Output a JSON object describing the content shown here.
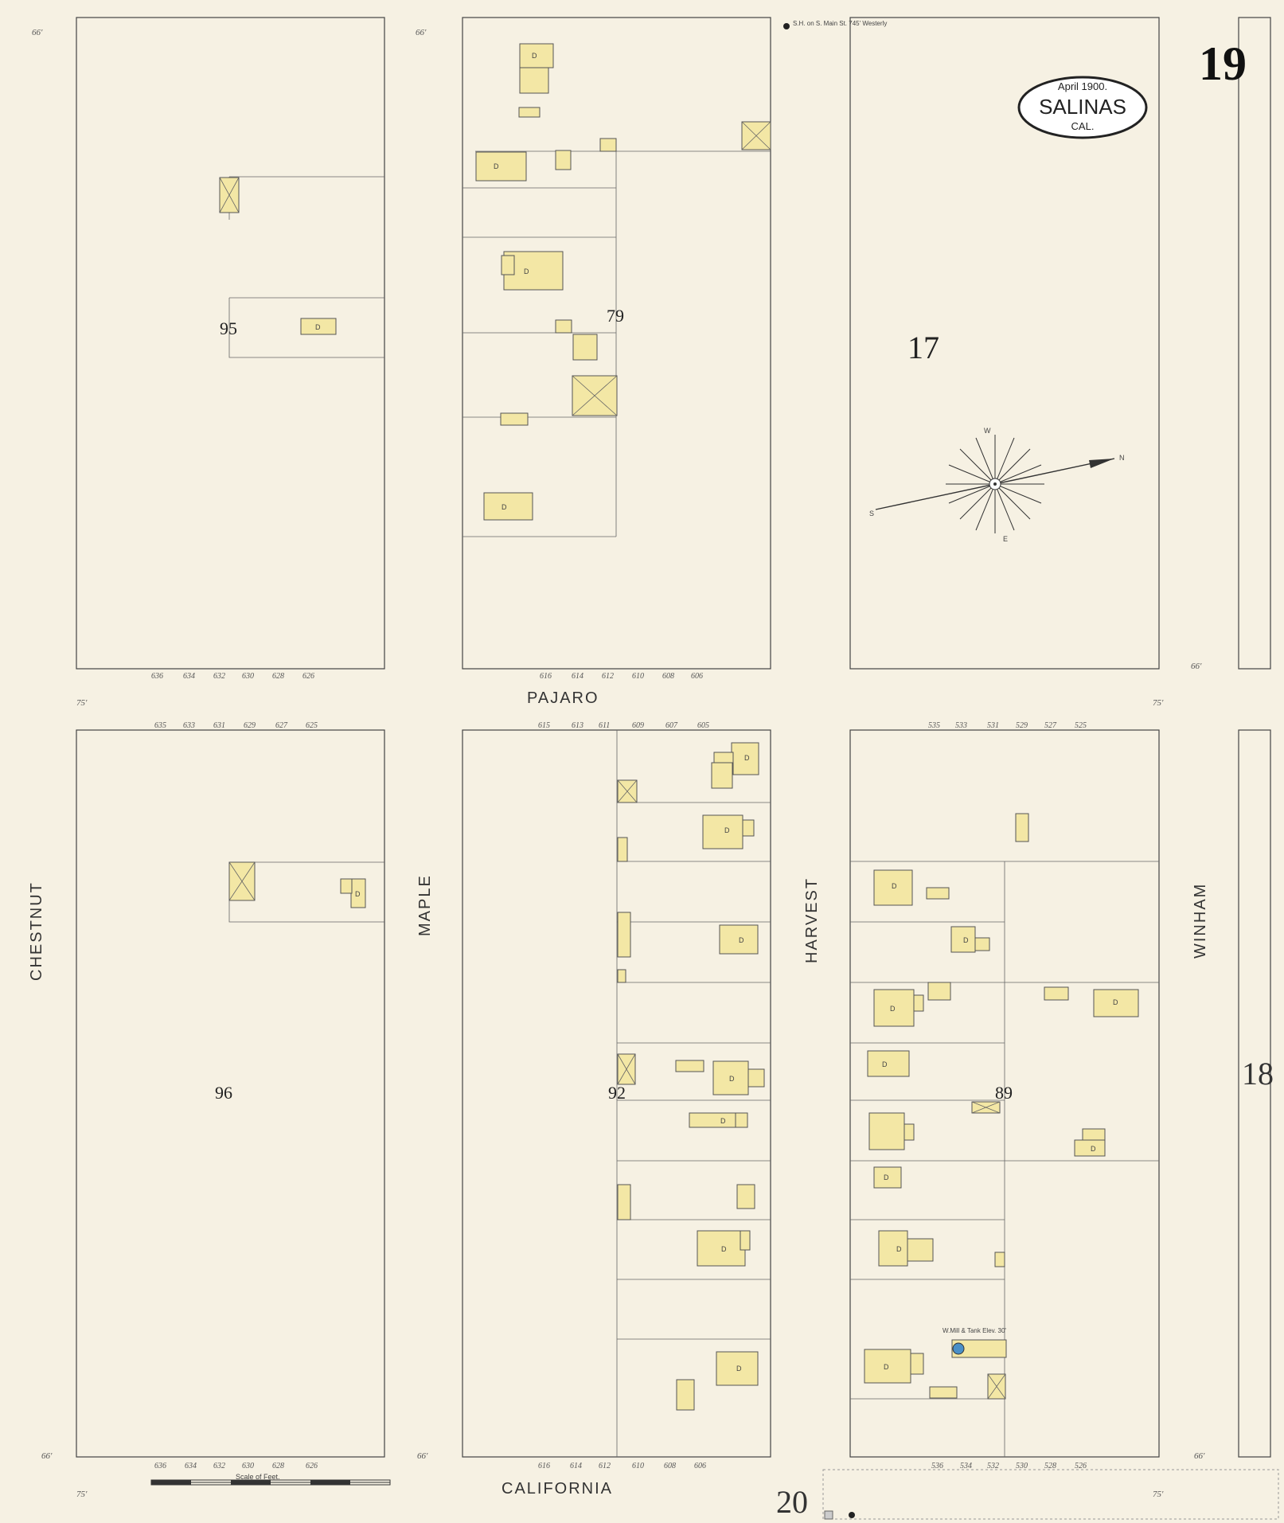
{
  "map": {
    "sheet_number": "19",
    "cartouche": {
      "date": "April 1900.",
      "city": "SALINAS",
      "state": "CAL."
    },
    "streets": {
      "chestnut": "CHESTNUT",
      "maple": "MAPLE",
      "harvest": "HARVEST",
      "winham": "WINHAM",
      "pajaro": "PAJARO",
      "california": "CALIFORNIA"
    },
    "block_numbers": {
      "b95": "95",
      "b79": "79",
      "b17": "17",
      "b96": "96",
      "b92": "92",
      "b89": "89"
    },
    "adjacent_sheets": {
      "right": "18",
      "bottom": "20"
    },
    "street_widths": {
      "w66_tl": "66'",
      "w66_tm": "66'",
      "w75_l": "75'",
      "w75_r": "75'",
      "w66_r": "66'",
      "w66_bl": "66'",
      "w66_bm": "66'",
      "w66_br": "66'",
      "w75_bl": "75'",
      "w75_br": "75'"
    },
    "note_sh": "S.H. on S. Main St. 745' Westerly",
    "scale_label": "Scale of Feet.",
    "windmill_label": "W.Mill & Tank Elev. 30'",
    "pajaro_addresses_top_left": [
      "636",
      "634",
      "632",
      "630",
      "628",
      "626"
    ],
    "pajaro_addresses_top_mid": [
      "616",
      "614",
      "612",
      "610",
      "608",
      "606"
    ],
    "pajaro_addresses_bot_left": [
      "635",
      "633",
      "631",
      "629",
      "627",
      "625"
    ],
    "pajaro_addresses_bot_mid": [
      "615",
      "613",
      "611",
      "609",
      "607",
      "605"
    ],
    "pajaro_addresses_bot_right": [
      "535",
      "533",
      "531",
      "529",
      "527",
      "525"
    ],
    "calif_addresses_left": [
      "636",
      "634",
      "632",
      "630",
      "628",
      "626"
    ],
    "calif_addresses_mid": [
      "616",
      "614",
      "612",
      "610",
      "608",
      "606"
    ],
    "calif_addresses_right": [
      "536",
      "534",
      "532",
      "530",
      "528",
      "526"
    ],
    "compass": {
      "n": "N",
      "s": "S",
      "e": "E",
      "w": "W"
    }
  }
}
